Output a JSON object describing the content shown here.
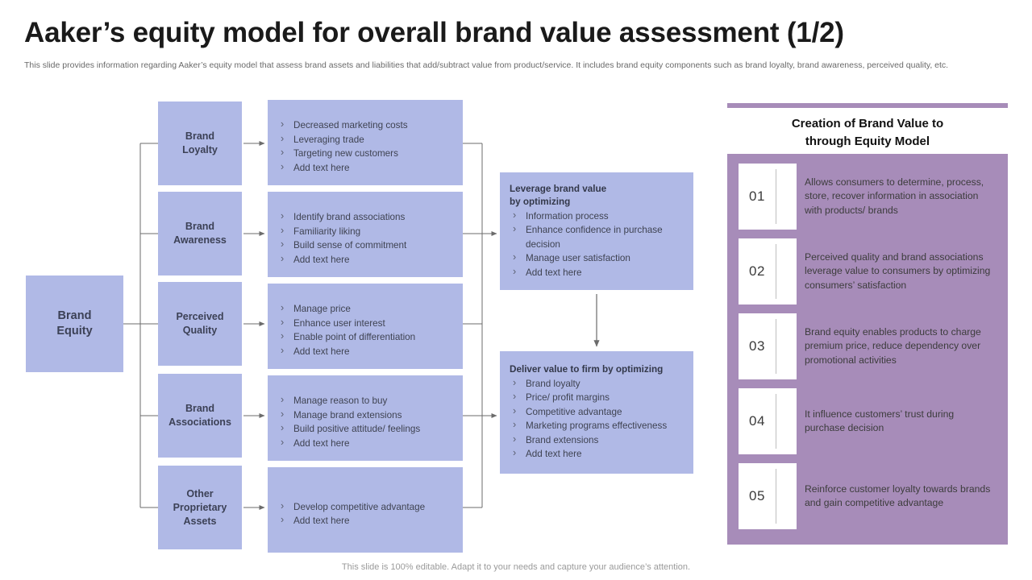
{
  "header": {
    "title": "Aaker’s equity model for overall brand value assessment (1/2)",
    "subtitle": "This slide provides information regarding Aaker’s equity model that assess brand assets and liabilities that add/subtract value from product/service. It includes brand equity components such as brand loyalty, brand awareness, perceived quality,  etc."
  },
  "colors": {
    "box_blue": "#b0b9e6",
    "panel_purple": "#a78cb9",
    "text_dark": "#3c4156",
    "connector": "#6b6b6b"
  },
  "diagram": {
    "root": {
      "label": "Brand\nEquity",
      "line1": "Brand",
      "line2": "Equity"
    },
    "components": [
      {
        "line1": "Brand",
        "line2": "Loyalty",
        "line3": ""
      },
      {
        "line1": "Brand",
        "line2": "Awareness",
        "line3": ""
      },
      {
        "line1": "Perceived",
        "line2": "Quality",
        "line3": ""
      },
      {
        "line1": "Brand",
        "line2": "Associations",
        "line3": ""
      },
      {
        "line1": "Other",
        "line2": "Proprietary",
        "line3": "Assets"
      }
    ],
    "details": [
      {
        "bullets": [
          "Decreased marketing costs",
          "Leveraging trade",
          "Targeting new customers",
          "Add text here"
        ]
      },
      {
        "bullets": [
          "Identify brand associations",
          "Familiarity liking",
          "Build sense of commitment",
          "Add text here"
        ]
      },
      {
        "bullets": [
          "Manage price",
          "Enhance user interest",
          "Enable point of differentiation",
          "Add text here"
        ]
      },
      {
        "bullets": [
          "Manage reason to buy",
          "Manage brand extensions",
          "Build positive attitude/ feelings",
          "Add text here"
        ]
      },
      {
        "bullets": [
          "Develop competitive advantage",
          "Add text here"
        ]
      }
    ],
    "outcomes": [
      {
        "title_line1": "Leverage brand value",
        "title_line2": "by optimizing",
        "bullets": [
          "Information process",
          "Enhance confidence in purchase decision",
          "Manage user satisfaction",
          "Add text here"
        ]
      },
      {
        "title_line1": "Deliver value to firm by  optimizing",
        "title_line2": "",
        "bullets": [
          "Brand loyalty",
          "Price/ profit margins",
          "Competitive advantage",
          "Marketing programs effectiveness",
          "Brand extensions",
          "Add text here"
        ]
      }
    ]
  },
  "right_panel": {
    "heading_line1": "Creation of Brand Value to",
    "heading_line2": "through Equity Model",
    "items": [
      {
        "number": "01",
        "text": "Allows consumers to determine, process, store, recover information in association with products/ brands"
      },
      {
        "number": "02",
        "text": "Perceived quality and brand associations leverage value to consumers by optimizing consumers’ satisfaction"
      },
      {
        "number": "03",
        "text": "Brand equity enables products to charge premium price, reduce dependency over promotional activities"
      },
      {
        "number": "04",
        "text": "It influence customers’ trust during purchase decision"
      },
      {
        "number": "05",
        "text": "Reinforce customer loyalty towards brands and gain competitive advantage"
      }
    ]
  },
  "footer": {
    "note": "This slide is 100% editable. Adapt it to your needs and capture your audience’s attention."
  }
}
